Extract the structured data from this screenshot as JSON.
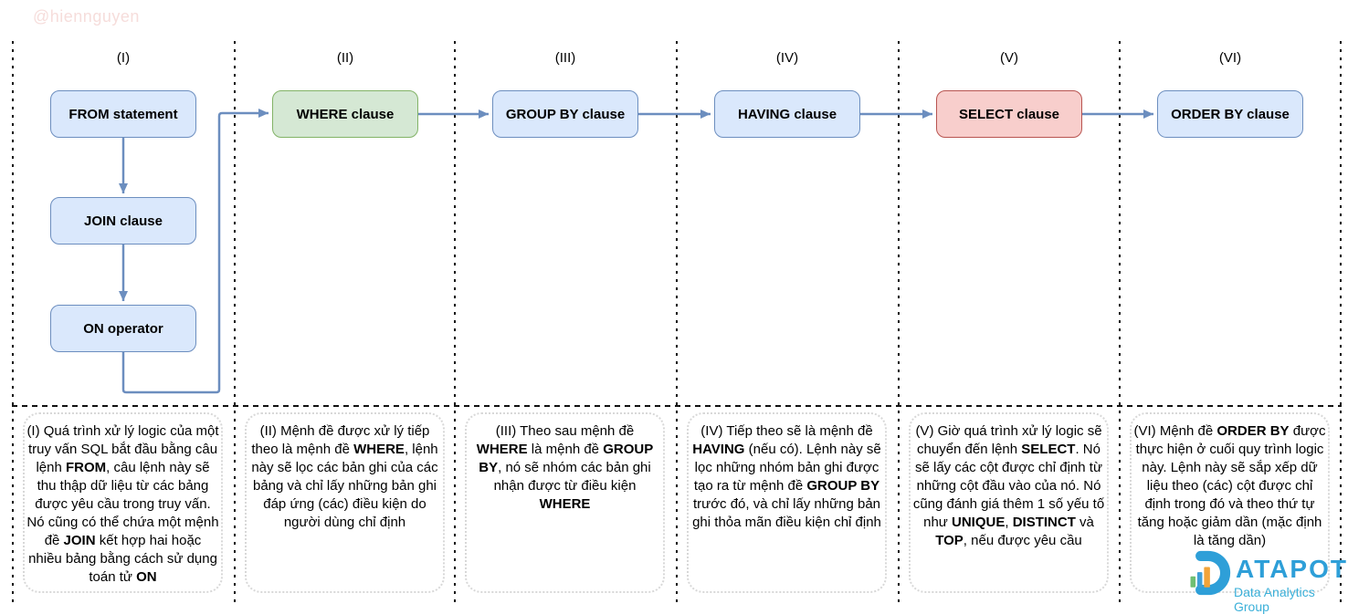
{
  "watermark": "@hiennguyen",
  "colors": {
    "node_blue_fill": "#dae8fc",
    "node_blue_border": "#6c8ebf",
    "node_green_fill": "#d5e8d4",
    "node_green_border": "#82b366",
    "node_red_fill": "#f8cecc",
    "node_red_border": "#b85450",
    "arrow": "#6c8ebf",
    "watermark": "#f6dddb",
    "logo_blue": "#2e9fd8",
    "logo_subtitle_blue": "#3bb0d9",
    "logo_bar_green": "#6fbf73",
    "logo_bar_blue": "#3f9fd8",
    "logo_bar_orange": "#f2a338"
  },
  "columns": [
    {
      "label": "(I)",
      "nodes": [
        {
          "text": "FROM statement",
          "variant": "blue"
        },
        {
          "text": "JOIN clause",
          "variant": "blue"
        },
        {
          "text": "ON operator",
          "variant": "blue"
        }
      ],
      "description": [
        {
          "t": "(I) Quá trình xử lý logic của một truy vấn SQL bắt đầu bằng câu lệnh "
        },
        {
          "t": "FROM",
          "b": true
        },
        {
          "t": ", câu lệnh này sẽ thu thập dữ liệu từ các bảng được yêu cầu trong truy vấn. Nó cũng có thể chứa một mệnh đề "
        },
        {
          "t": "JOIN",
          "b": true
        },
        {
          "t": " kết hợp hai hoặc nhiều bảng bằng cách sử dụng toán tử "
        },
        {
          "t": "ON",
          "b": true
        }
      ]
    },
    {
      "label": "(II)",
      "nodes": [
        {
          "text": "WHERE clause",
          "variant": "green"
        }
      ],
      "description": [
        {
          "t": "(II) Mệnh đề được xử lý tiếp theo là mệnh đề "
        },
        {
          "t": "WHERE",
          "b": true
        },
        {
          "t": ", lệnh này sẽ lọc các bản ghi của các bảng và chỉ lấy những bản ghi đáp ứng (các) điều kiện do người dùng chỉ định"
        }
      ]
    },
    {
      "label": "(III)",
      "nodes": [
        {
          "text": "GROUP BY clause",
          "variant": "blue"
        }
      ],
      "description": [
        {
          "t": "(III) Theo sau mệnh đề "
        },
        {
          "t": "WHERE",
          "b": true
        },
        {
          "t": " là mệnh đề "
        },
        {
          "t": "GROUP BY",
          "b": true
        },
        {
          "t": ", nó sẽ nhóm các bản ghi nhận được từ điều kiện "
        },
        {
          "t": "WHERE",
          "b": true
        }
      ]
    },
    {
      "label": "(IV)",
      "nodes": [
        {
          "text": "HAVING clause",
          "variant": "blue"
        }
      ],
      "description": [
        {
          "t": "(IV) Tiếp theo sẽ là mệnh đề "
        },
        {
          "t": "HAVING",
          "b": true
        },
        {
          "t": " (nếu có). Lệnh này sẽ lọc những nhóm bản ghi được tạo ra từ mệnh đề "
        },
        {
          "t": "GROUP BY",
          "b": true
        },
        {
          "t": " trước đó, và chỉ lấy những bản ghi thỏa mãn điều kiện chỉ định"
        }
      ]
    },
    {
      "label": "(V)",
      "nodes": [
        {
          "text": "SELECT clause",
          "variant": "red"
        }
      ],
      "description": [
        {
          "t": "(V) Giờ quá trình xử lý logic sẽ chuyển đến lệnh "
        },
        {
          "t": "SELECT",
          "b": true
        },
        {
          "t": ". Nó sẽ lấy các cột được chỉ định từ những cột đầu vào của nó. Nó cũng đánh giá thêm 1 số yếu tố như "
        },
        {
          "t": "UNIQUE",
          "b": true
        },
        {
          "t": ", "
        },
        {
          "t": "DISTINCT",
          "b": true
        },
        {
          "t": " và "
        },
        {
          "t": "TOP",
          "b": true
        },
        {
          "t": ", nếu được yêu cầu"
        }
      ]
    },
    {
      "label": "(VI)",
      "nodes": [
        {
          "text": "ORDER BY clause",
          "variant": "blue"
        }
      ],
      "description": [
        {
          "t": "(VI) Mệnh đề "
        },
        {
          "t": "ORDER BY",
          "b": true
        },
        {
          "t": " được thực hiện ở cuối quy trình logic này. Lệnh này sẽ sắp xếp dữ liệu theo (các) cột được chỉ định trong đó và theo thứ tự tăng hoặc giảm dần (mặc định là tăng dần)"
        }
      ]
    }
  ],
  "logo": {
    "wordmark": "ATAPOT",
    "subtitle": "Data Analytics Group"
  }
}
